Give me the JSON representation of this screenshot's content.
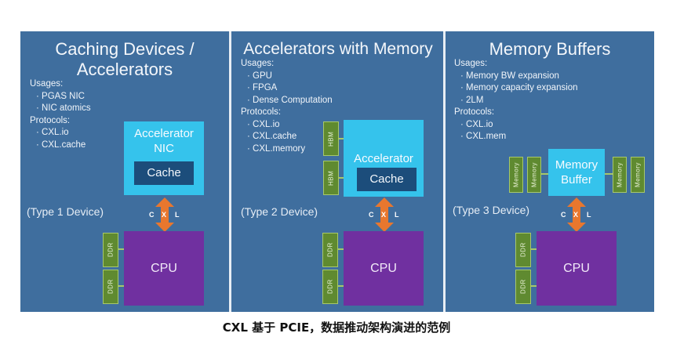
{
  "panels": [
    {
      "title_line1": "Caching Devices /",
      "title_line2": "Accelerators",
      "usages_heading": "Usages:",
      "usages": [
        "PGAS NIC",
        "NIC atomics"
      ],
      "protocols_heading": "Protocols:",
      "protocols": [
        "CXL.io",
        "CXL.cache"
      ],
      "device_line1": "Accelerator",
      "device_line2": "NIC",
      "inner_box": "Cache",
      "type_label": "(Type 1 Device)",
      "link_label": {
        "c": "C",
        "x": "X",
        "l": "L"
      },
      "mem_label": "DDR",
      "cpu": "CPU"
    },
    {
      "title_line1": "Accelerators with Memory",
      "usages_heading": "Usages:",
      "usages": [
        "GPU",
        "FPGA",
        "Dense Computation"
      ],
      "protocols_heading": "Protocols:",
      "protocols": [
        "CXL.io",
        "CXL.cache",
        "CXL.memory"
      ],
      "hbm_label": "HBM",
      "device_line1": "Accelerator",
      "inner_box": "Cache",
      "type_label": "(Type 2 Device)",
      "link_label": {
        "c": "C",
        "x": "X",
        "l": "L"
      },
      "mem_label": "DDR",
      "cpu": "CPU"
    },
    {
      "title_line1": "Memory Buffers",
      "usages_heading": "Usages:",
      "usages": [
        "Memory BW expansion",
        "Memory capacity expansion",
        "2LM"
      ],
      "protocols_heading": "Protocols:",
      "protocols": [
        "CXL.io",
        "CXL.mem"
      ],
      "buffer_line1": "Memory",
      "buffer_line2": "Buffer",
      "side_mem_label": "Memory",
      "type_label": "(Type 3 Device)",
      "link_label": {
        "c": "C",
        "x": "X",
        "l": "L"
      },
      "mem_label": "DDR",
      "cpu": "CPU"
    }
  ],
  "caption": "CXL 基于 PCIE，数据推动架构演进的范例",
  "colors": {
    "panel": "#3f6e9e",
    "accelerator": "#35c3ec",
    "cache": "#1c4d7b",
    "cpu": "#7030a0",
    "memory": "#5f8a30",
    "link_arrow": "#e8772e"
  },
  "icons": [
    "double-arrow-icon"
  ]
}
